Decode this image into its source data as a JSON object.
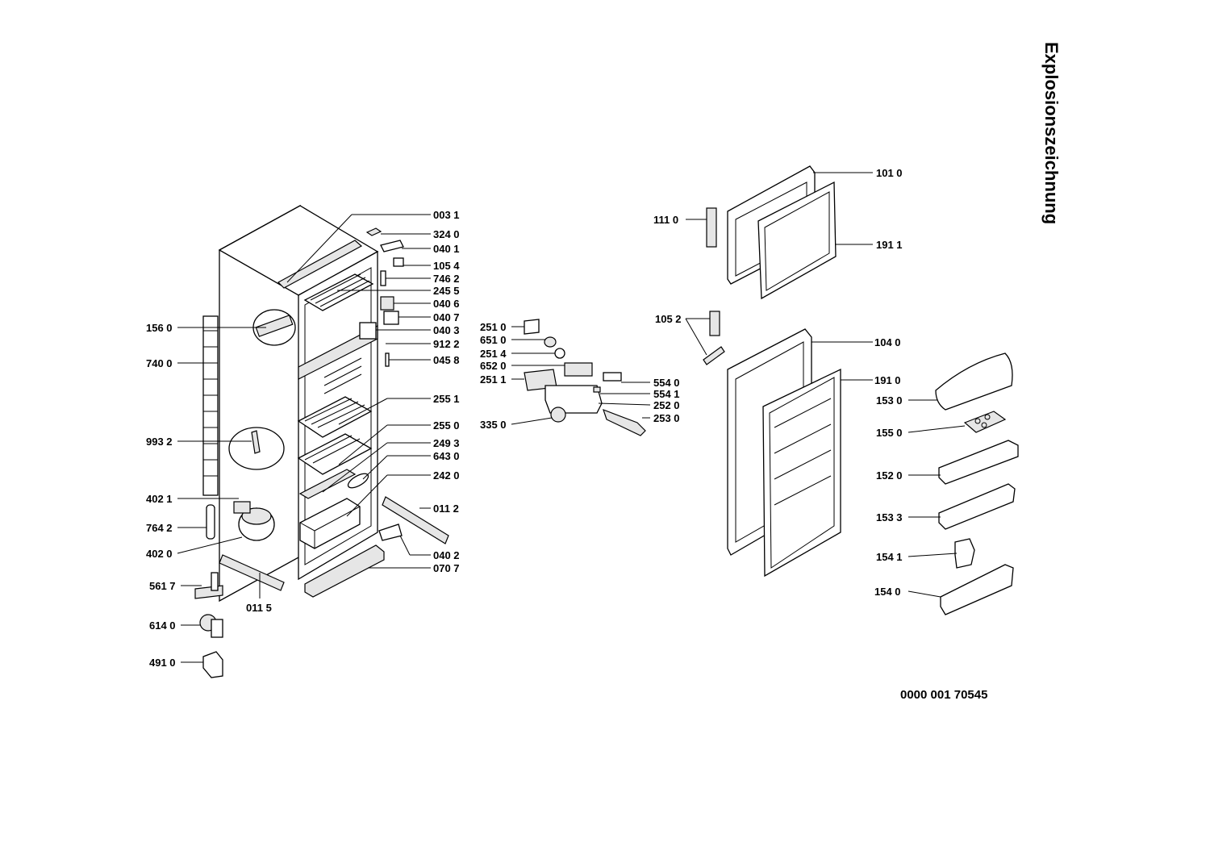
{
  "title": "Explosionszeichnung",
  "drawing_number": "0000  001 70545",
  "callouts": {
    "p0031": "003 1",
    "p3240": "324 0",
    "p0401": "040 1",
    "p1054": "105 4",
    "p7462": "746 2",
    "p2455": "245 5",
    "p0406": "040 6",
    "p0407": "040 7",
    "p0403": "040 3",
    "p9122": "912 2",
    "p0458": "045 8",
    "p2551": "255 1",
    "p2550": "255 0",
    "p2493": "249 3",
    "p6430": "643 0",
    "p2420": "242 0",
    "p0112": "011 2",
    "p0402": "040 2",
    "p0707": "070 7",
    "p1560": "156 0",
    "p7400": "740 0",
    "p9932": "993 2",
    "p4021": "402 1",
    "p7642": "764 2",
    "p4020": "402 0",
    "p5617": "561 7",
    "p0115": "011 5",
    "p6140": "614 0",
    "p4910": "491 0",
    "p2510": "251 0",
    "p6510": "651 0",
    "p2514": "251 4",
    "p6520": "652 0",
    "p2511": "251 1",
    "p3350": "335 0",
    "p5540": "554 0",
    "p5541": "554 1",
    "p2520": "252 0",
    "p2530": "253 0",
    "p1110": "111 0",
    "p1010": "101 0",
    "p1911": "191 1",
    "p1052": "105 2",
    "p1040": "104 0",
    "p1910": "191 0",
    "p1530": "153 0",
    "p1550": "155 0",
    "p1520": "152 0",
    "p1533": "153 3",
    "p1541": "154 1",
    "p1540": "154 0"
  }
}
